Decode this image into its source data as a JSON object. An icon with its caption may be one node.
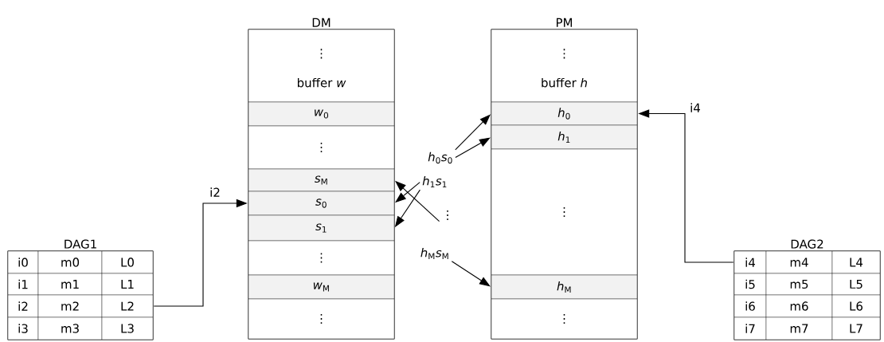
{
  "diagram": {
    "nodes": [
      {
        "text": [
          "DAG1"
        ]
      },
      {
        "text": [
          "i0"
        ],
        "in": 0
      },
      {
        "text": [
          "m0"
        ],
        "in": 0
      },
      {
        "text": [
          "L0"
        ],
        "in": 0
      },
      {
        "text": [
          "i1"
        ],
        "in": 0
      },
      {
        "text": [
          "m1"
        ],
        "in": 0
      },
      {
        "text": [
          "L1"
        ],
        "in": 0
      },
      {
        "text": [
          "i2"
        ],
        "in": 0
      },
      {
        "text": [
          "m2"
        ],
        "in": 0
      },
      {
        "text": [
          "L2"
        ],
        "in": 0
      },
      {
        "text": [
          "i3"
        ],
        "in": 0
      },
      {
        "text": [
          "m3"
        ],
        "in": 0
      },
      {
        "text": [
          "L3"
        ],
        "in": 0
      },
      {
        "text": [
          "DM"
        ]
      },
      {
        "text": [
          "⋮",
          "buffer *w*"
        ],
        "in": 13
      },
      {
        "text": [
          "*w*$_{0}$"
        ],
        "in": 13
      },
      {
        "text": [
          "⋮"
        ],
        "in": 13
      },
      {
        "text": [
          "*s*$_{M}$"
        ],
        "in": 13
      },
      {
        "text": [
          "*s*$_{0}$"
        ],
        "in": 13
      },
      {
        "text": [
          "*s*$_{1}$"
        ],
        "in": 13
      },
      {
        "text": [
          "⋮"
        ],
        "in": 13
      },
      {
        "text": [
          "*w*$_{M}$"
        ],
        "in": 13
      },
      {
        "text": [
          "⋮"
        ],
        "in": 13
      },
      {
        "text": [
          "PM"
        ]
      },
      {
        "text": [
          "⋮",
          "buffer *h*"
        ],
        "in": 23
      },
      {
        "text": [
          "*h*$_{0}$"
        ],
        "in": 23
      },
      {
        "text": [
          "*h*$_{1}$"
        ],
        "in": 23
      },
      {
        "text": [
          "⋮"
        ],
        "in": 23
      },
      {
        "text": [
          "*h*$_{M}$"
        ],
        "in": 23
      },
      {
        "text": [
          "⋮"
        ],
        "in": 23
      },
      {
        "text": [
          "DAG2"
        ]
      },
      {
        "text": [
          "i4"
        ],
        "in": 30
      },
      {
        "text": [
          "m4"
        ],
        "in": 30
      },
      {
        "text": [
          "L4"
        ],
        "in": 30
      },
      {
        "text": [
          "i5"
        ],
        "in": 30
      },
      {
        "text": [
          "m5"
        ],
        "in": 30
      },
      {
        "text": [
          "L5"
        ],
        "in": 30
      },
      {
        "text": [
          "i6"
        ],
        "in": 30
      },
      {
        "text": [
          "m6"
        ],
        "in": 30
      },
      {
        "text": [
          "L6"
        ],
        "in": 30
      },
      {
        "text": [
          "i7"
        ],
        "in": 30
      },
      {
        "text": [
          "m7"
        ],
        "in": 30
      },
      {
        "text": [
          "L7"
        ],
        "in": 30
      },
      {
        "text": [
          "*h*$_{0}$*s*$_{0}$"
        ]
      },
      {
        "text": [
          "*h*$_{1}$*s*$_{1}$"
        ]
      },
      {
        "text": [
          "⋮"
        ]
      },
      {
        "text": [
          "*h*$_{M}$*s*$_{M}$"
        ]
      }
    ],
    "edges": [
      {
        "from": 9,
        "to": 18,
        "arrow": "to",
        "label": "i2"
      },
      {
        "from": 31,
        "to": 25,
        "arrow": "to",
        "label": "i4"
      },
      {
        "from": 43,
        "to": 25,
        "arrow": "to"
      },
      {
        "from": 43,
        "to": 26,
        "arrow": "to"
      },
      {
        "from": 44,
        "to": 18,
        "arrow": "to"
      },
      {
        "from": 44,
        "to": 19,
        "arrow": "to"
      },
      {
        "from": 45,
        "to": 17,
        "arrow": "to"
      },
      {
        "from": 46,
        "to": 28,
        "arrow": "to"
      }
    ]
  }
}
